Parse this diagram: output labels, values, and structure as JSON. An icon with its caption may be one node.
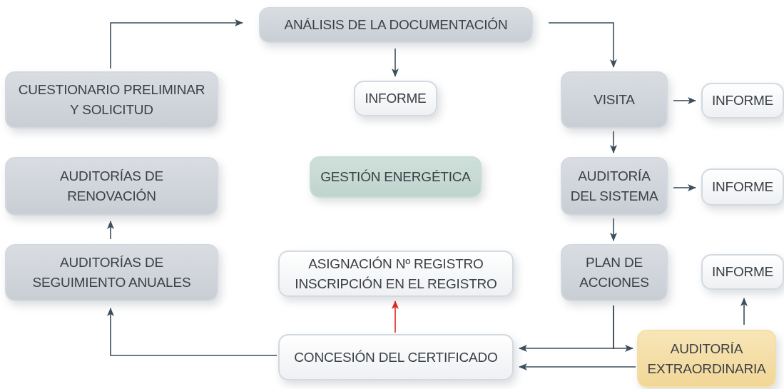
{
  "diagram": {
    "nodes": [
      {
        "text": [
          "ANÁLISIS DE LA DOCUMENTACIÓN"
        ]
      },
      {
        "text": [
          "CUESTIONARIO PRELIMINAR Y SOLICITUD"
        ]
      },
      {
        "text": [
          "INFORME"
        ]
      },
      {
        "text": [
          "VISITA"
        ]
      },
      {
        "text": [
          "INFORME"
        ]
      },
      {
        "text": [
          "AUDITORÍAS DE RENOVACIÓN"
        ]
      },
      {
        "text": [
          "GESTIÓN ENERGÉTICA"
        ]
      },
      {
        "text": [
          "AUDITORÍA DEL SISTEMA"
        ]
      },
      {
        "text": [
          "INFORME"
        ]
      },
      {
        "text": [
          "AUDITORÍAS DE SEGUIMIENTO ANUALES"
        ]
      },
      {
        "text": [
          "ASIGNACIÓN Nº REGISTRO INSCRIPCIÓN EN EL REGISTRO"
        ]
      },
      {
        "text": [
          "PLAN DE ACCIONES"
        ]
      },
      {
        "text": [
          "INFORME"
        ]
      },
      {
        "text": [
          "CONCESIÓN DEL CERTIFICADO"
        ]
      },
      {
        "text": [
          "AUDITORÍA EXTRAORDINARIA"
        ]
      }
    ],
    "edges": [
      {
        "from": 1,
        "to": 0,
        "arrow": "to"
      },
      {
        "from": 0,
        "to": 2,
        "arrow": "to"
      },
      {
        "from": 0,
        "to": 3,
        "arrow": "to"
      },
      {
        "from": 3,
        "to": 4,
        "arrow": "to"
      },
      {
        "from": 3,
        "to": 7,
        "arrow": "to"
      },
      {
        "from": 7,
        "to": 8,
        "arrow": "to"
      },
      {
        "from": 7,
        "to": 11,
        "arrow": "to"
      },
      {
        "from": 11,
        "to": 13,
        "arrow": "to"
      },
      {
        "from": 11,
        "to": 14,
        "arrow": "to"
      },
      {
        "from": 14,
        "to": 13,
        "arrow": "to"
      },
      {
        "from": 14,
        "to": 12,
        "arrow": "to"
      },
      {
        "from": 13,
        "to": 10,
        "arrow": "to",
        "color": "#e3241b"
      },
      {
        "from": 13,
        "to": 9,
        "arrow": "to"
      },
      {
        "from": 9,
        "to": 5,
        "arrow": "to"
      }
    ]
  }
}
